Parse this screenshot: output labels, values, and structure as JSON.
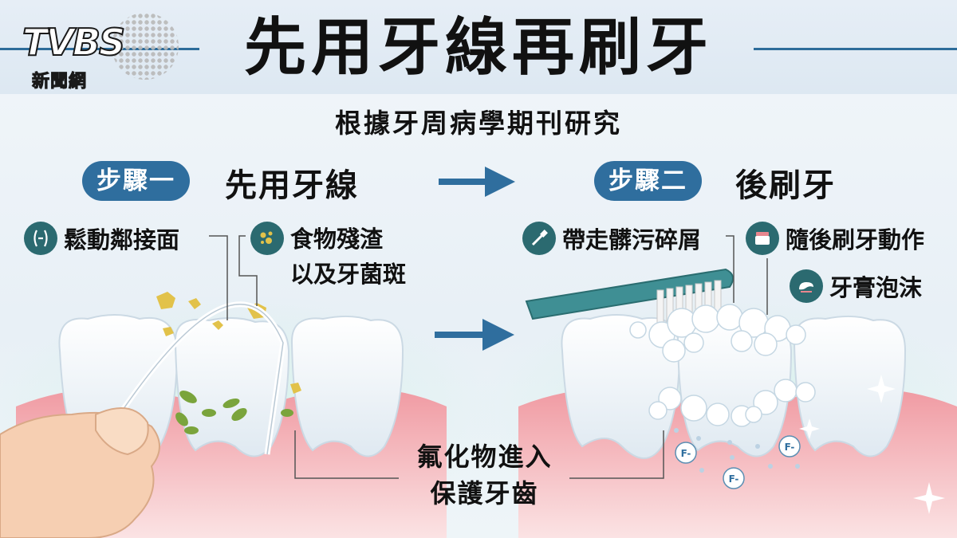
{
  "header": {
    "title": "先用牙線再刷牙",
    "logo_mark": "TVBS",
    "logo_sub": "新聞網"
  },
  "subtitle": "根據牙周病學期刊研究",
  "step1": {
    "pill": "步驟一",
    "text": "先用牙線",
    "notes": [
      {
        "icon": "loosen-icon",
        "label": "鬆動鄰接面"
      },
      {
        "icon": "debris-icon",
        "lines": [
          "食物殘渣",
          "以及牙菌斑"
        ]
      }
    ]
  },
  "step2": {
    "pill": "步驟二",
    "text": "後刷牙",
    "notes": [
      {
        "icon": "toothbrush-icon",
        "label": "帶走髒污碎屑"
      },
      {
        "icon": "toothpaste-icon",
        "label": "隨後刷牙動作"
      },
      {
        "icon": "foam-icon",
        "label": "牙膏泡沫"
      }
    ]
  },
  "callout": {
    "lines": [
      "氟化物進入",
      "保護牙齒"
    ]
  },
  "fluoride_label": "F-",
  "colors": {
    "accent": "#2f6e9e",
    "icon_bg": "#2b6a70",
    "gum": "#e8868e",
    "tooth": "#ffffff",
    "plaque": "#e2c24a",
    "bacteria": "#7aa43c"
  }
}
